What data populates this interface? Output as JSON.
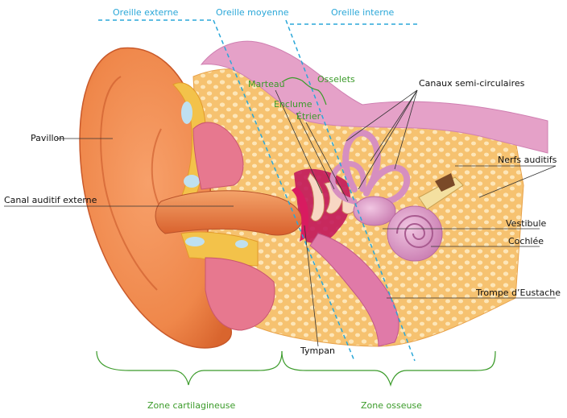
{
  "regions": {
    "outer": "Oreille externe",
    "middle": "Oreille moyenne",
    "inner": "Oreille interne"
  },
  "ossicles": {
    "group": "Osselets",
    "hammer": "Marteau",
    "anvil": "Enclume",
    "stirrup": "Étrier"
  },
  "labels": {
    "pinna": "Pavillon",
    "ear_canal": "Canal auditif externe",
    "canals": "Canaux semi-circulaires",
    "nerves": "Nerfs auditifs",
    "vestibule": "Vestibule",
    "cochlea": "Cochlée",
    "eustachian": "Trompe d’Eustache",
    "eardrum": "Tympan"
  },
  "zones": {
    "cartilage": "Zone cartilagineuse",
    "bone": "Zone osseuse"
  },
  "colors": {
    "divider": "#2aa7d8",
    "ossicle_text": "#3b9b2a",
    "bracket": "#3b9b2a",
    "skin": "#f08a4b",
    "bone": "#f6c777",
    "inner_ear": "#d68fc0"
  }
}
